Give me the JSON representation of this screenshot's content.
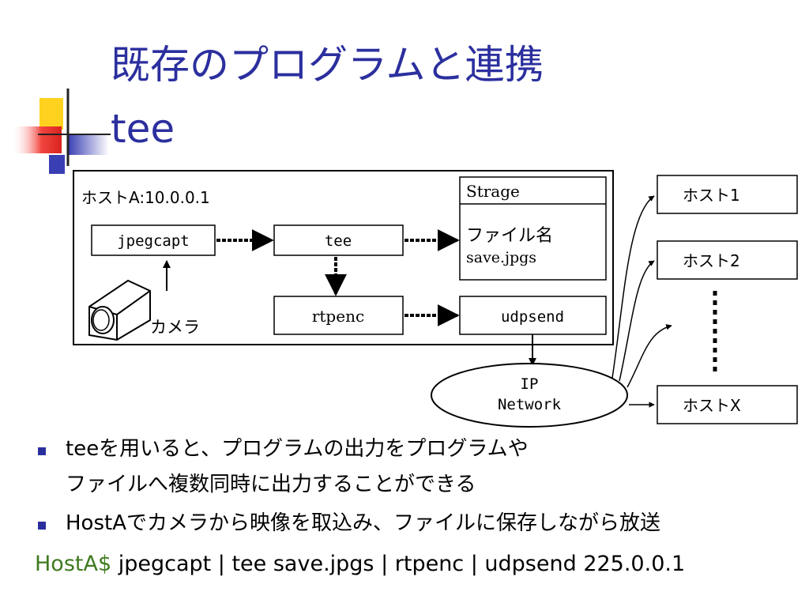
{
  "title": {
    "line1": "既存のプログラムと連携",
    "line2": "tee"
  },
  "diagram": {
    "host_a_label": "ホストA:10.0.0.1",
    "nodes": {
      "jpegcapt": "jpegcapt",
      "tee": "tee",
      "rtpenc": "rtpenc",
      "udpsend": "udpsend",
      "storage_header": "Strage",
      "file_label": "ファイル名",
      "file_name": "save.jpgs",
      "camera": "カメラ"
    },
    "network": {
      "line1": "IP",
      "line2": "Network"
    },
    "hosts": [
      "ホスト1",
      "ホスト2",
      "ホストX"
    ]
  },
  "bullets": [
    {
      "lines": [
        "teeを用いると、プログラムの出力をプログラムや",
        "ファイルへ複数同時に出力することができる"
      ]
    },
    {
      "lines": [
        "HostAでカメラから映像を取込み、ファイルに保存しながら放送"
      ]
    }
  ],
  "command": {
    "prompt": "HostA$",
    "text": " jpegcapt | tee save.jpgs | rtpenc | udpsend 225.0.0.1"
  },
  "colors": {
    "title": "#2b2f9e",
    "bullet": "#2b2f9e",
    "prompt": "#3e7a1e"
  }
}
